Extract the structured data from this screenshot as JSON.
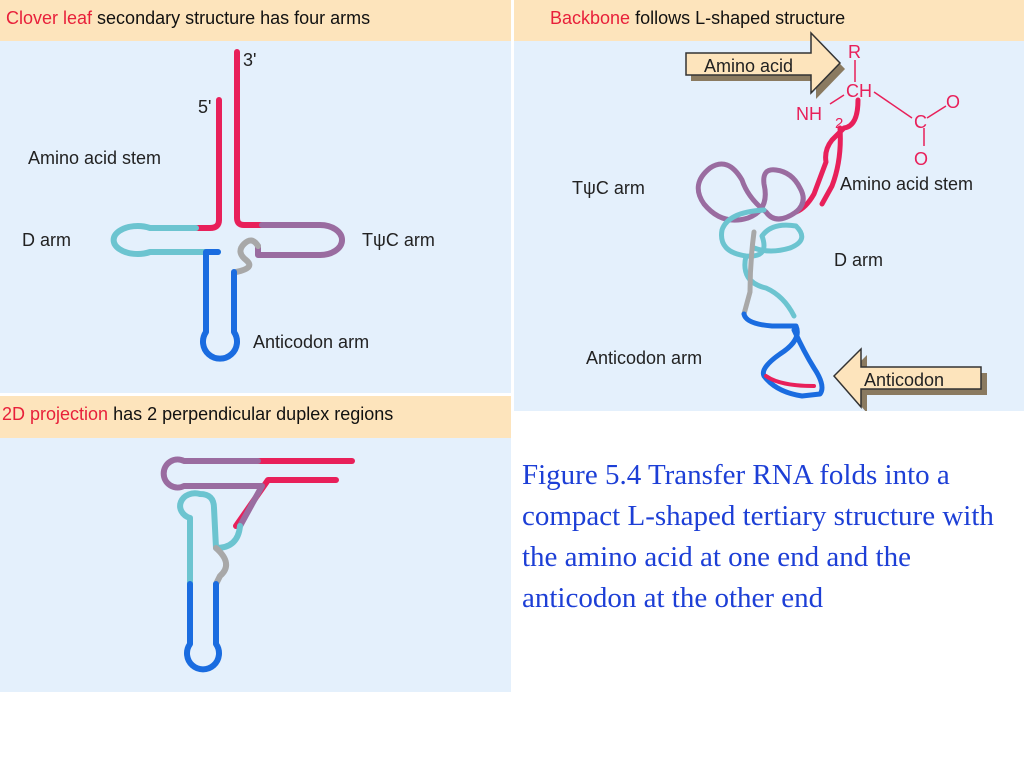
{
  "panels": {
    "cloverleaf": {
      "title_highlight": "Clover leaf",
      "title_rest": " secondary structure has four arms",
      "labels": {
        "three_prime": "3'",
        "five_prime": "5'",
        "amino_acid_stem": "Amino acid stem",
        "d_arm": "D arm",
        "tpsic_arm": "TψC  arm",
        "anticodon_arm": "Anticodon arm"
      }
    },
    "backbone": {
      "title_highlight": "Backbone",
      "title_rest": " follows L-shaped structure",
      "labels": {
        "amino_acid_box": "Amino acid",
        "r_group": "R",
        "ch": "CH",
        "nh2": "NH",
        "nh2_sub": "2",
        "c": "C",
        "o_top": "O",
        "o_bottom": "O",
        "tpsic_arm": "TψC  arm",
        "amino_acid_stem": "Amino acid stem",
        "d_arm": "D arm",
        "anticodon_arm": "Anticodon arm",
        "anticodon_box": "Anticodon"
      }
    },
    "projection": {
      "title_highlight": "2D projection",
      "title_rest": " has 2 perpendicular duplex regions"
    }
  },
  "caption": "Figure 5.4 Transfer RNA folds into a compact L-shaped tertiary structure with the amino acid at one end and the anticodon at the other end",
  "colors": {
    "acceptor": "#e8205a",
    "d_arm": "#6cc4d0",
    "tpsic": "#9a6ca0",
    "anticodon": "#1a6ce0",
    "variable": "#a8a8a8",
    "header_bg": "#fde4bc",
    "panel_bg": "#e4f0fc",
    "caption": "#1d3fd6"
  }
}
